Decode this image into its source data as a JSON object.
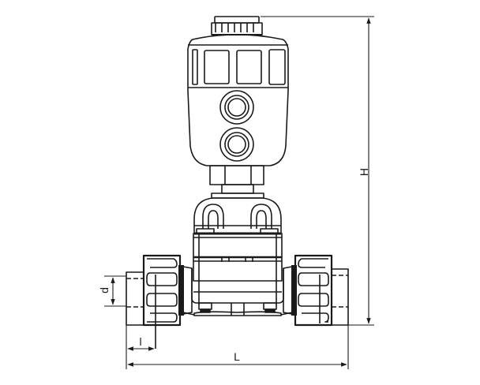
{
  "diagram": {
    "subject": "Pneumatic diaphragm valve with union ends",
    "colors": {
      "line": "#1a1a1a",
      "background": "#ffffff"
    },
    "dimensions": {
      "height": {
        "label": "H"
      },
      "length": {
        "label": "L"
      },
      "socket_length": {
        "label": "l"
      },
      "diameter": {
        "label": "d"
      }
    }
  }
}
